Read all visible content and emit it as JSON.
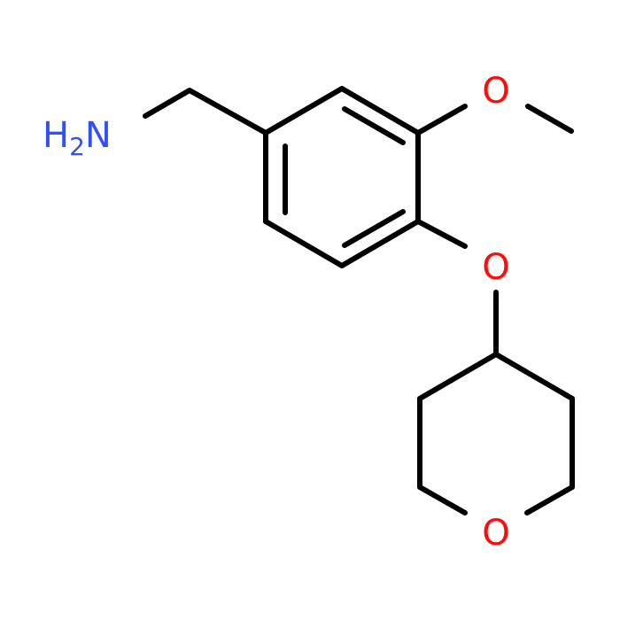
{
  "molecule": {
    "atoms": {
      "amine": {
        "prefix": "H",
        "subscript": "2",
        "suffix": "N"
      },
      "methoxy_oxygen": "O",
      "ether_oxygen": "O",
      "ring_oxygen": "O"
    },
    "colors": {
      "nitrogen": "#3050F8",
      "oxygen": "#FF0D0D",
      "bond": "#000000"
    }
  }
}
